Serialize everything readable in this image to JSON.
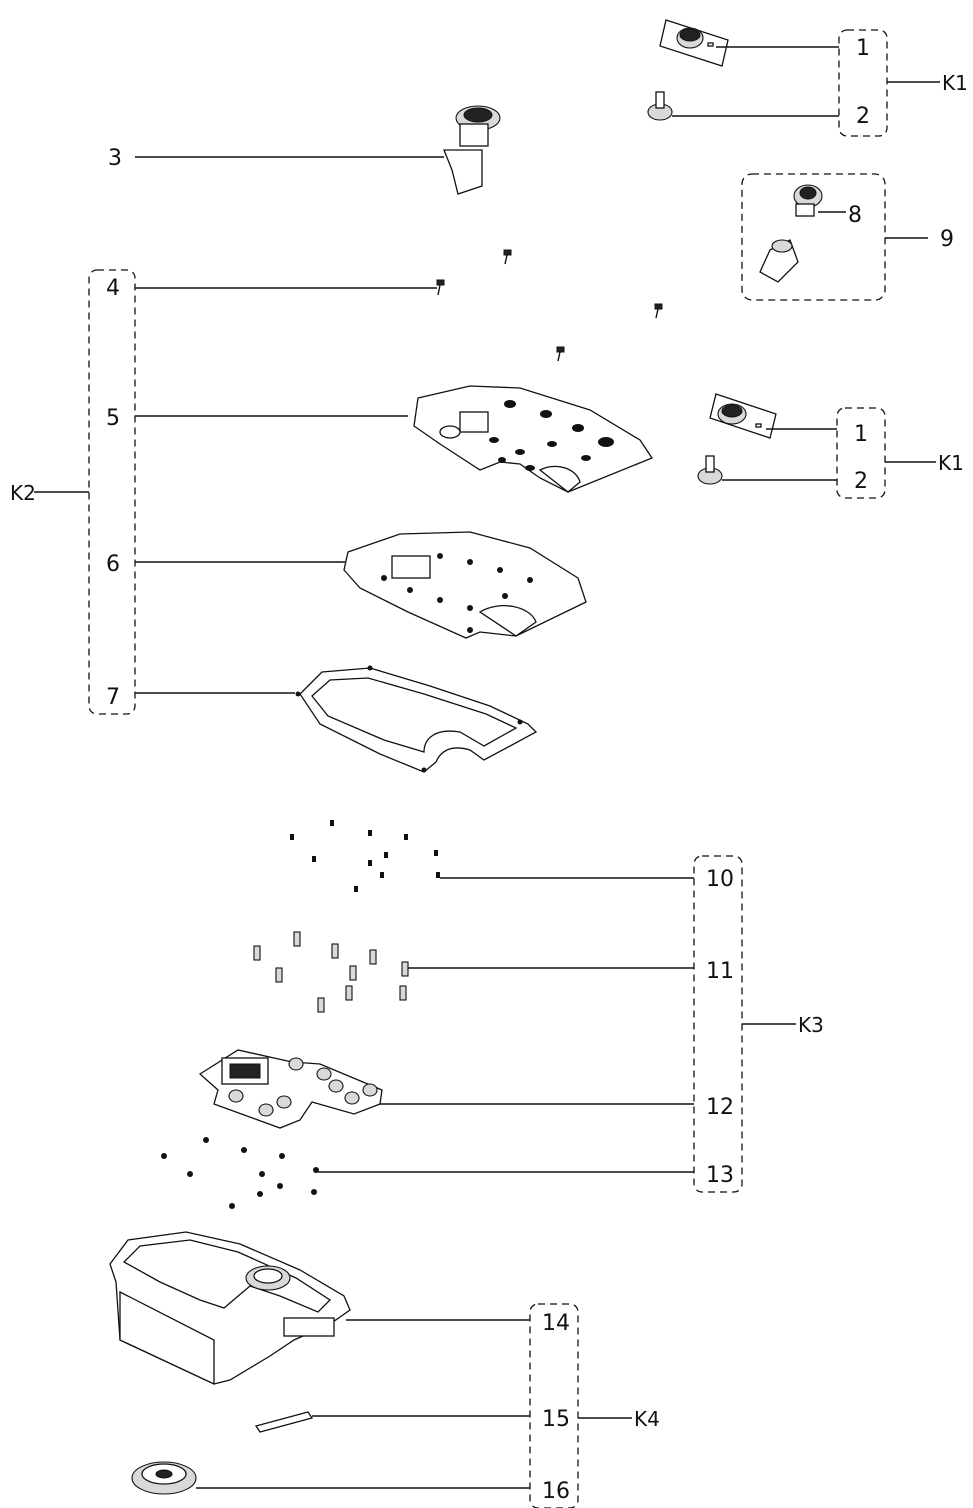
{
  "diagram": {
    "part_numbers": [
      "1",
      "2",
      "3",
      "4",
      "5",
      "6",
      "7",
      "8",
      "9",
      "10",
      "11",
      "12",
      "13",
      "14",
      "15",
      "16"
    ],
    "kit_K1_top": {
      "name": "K1",
      "items": [
        "1",
        "2"
      ]
    },
    "kit_K1_mid": {
      "name": "K1",
      "items": [
        "1",
        "2"
      ]
    },
    "kit_K2": {
      "name": "K2",
      "items": [
        "4",
        "5",
        "6",
        "7"
      ]
    },
    "kit_K3": {
      "name": "K3",
      "items": [
        "10",
        "11",
        "12",
        "13"
      ]
    },
    "kit_K4": {
      "name": "K4",
      "items": [
        "14",
        "15",
        "16"
      ]
    },
    "group_9": {
      "label": "9",
      "item": "8"
    }
  }
}
